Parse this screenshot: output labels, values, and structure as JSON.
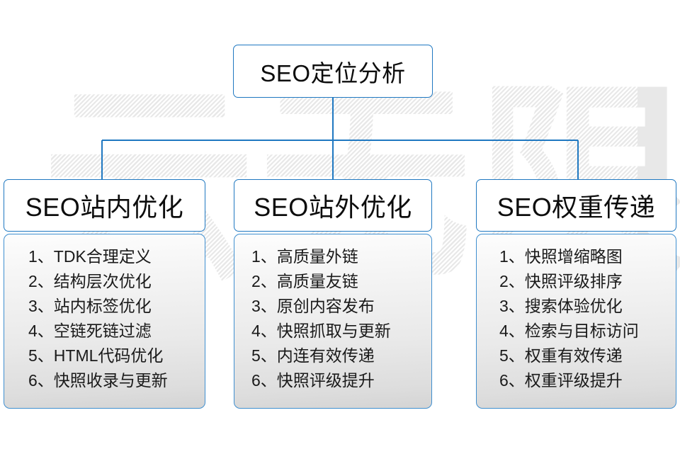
{
  "watermark": {
    "text": "云无限"
  },
  "diagram": {
    "type": "org-chart",
    "root": {
      "label": "SEO定位分析"
    },
    "columns": [
      {
        "header": "SEO站内优化",
        "items": [
          "1、TDK合理定义",
          "2、结构层次优化",
          "3、站内标签优化",
          "4、空链死链过滤",
          "5、HTML代码优化",
          "6、快照收录与更新"
        ]
      },
      {
        "header": "SEO站外优化",
        "items": [
          "1、高质量外链",
          "2、高质量友链",
          "3、原创内容发布",
          "4、快照抓取与更新",
          "5、内连有效传递",
          "6、快照评级提升"
        ]
      },
      {
        "header": "SEO权重传递",
        "items": [
          "1、快照增缩略图",
          "2、快照评级排序",
          "3、搜索体验优化",
          "4、检索与目标访问",
          "5、权重有效传递",
          "6、权重评级提升"
        ]
      }
    ],
    "colors": {
      "connector": "#1f78c1",
      "box_border": "#1f78c1",
      "list_border": "#3f8fd0",
      "text": "#0d0d0d",
      "watermark": "#e8e8e8",
      "background": "#ffffff"
    }
  }
}
